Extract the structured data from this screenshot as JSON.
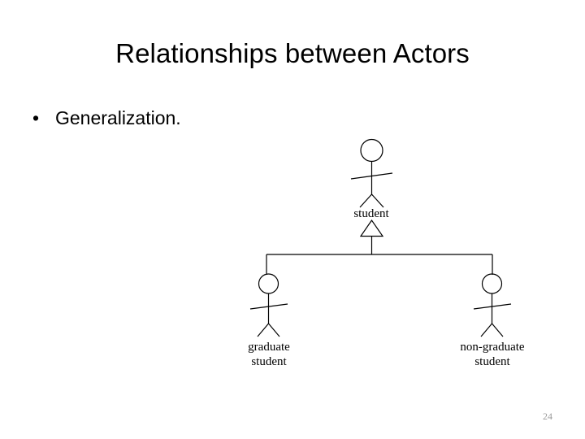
{
  "slide": {
    "title": "Relationships between Actors",
    "page_number": "24",
    "background_color": "#ffffff",
    "text_color": "#000000",
    "page_number_color": "#9a9a9a"
  },
  "body": {
    "bullets": [
      {
        "marker": "•",
        "text": "Generalization."
      }
    ]
  },
  "diagram": {
    "type": "uml-actor-generalization",
    "stroke_color": "#000000",
    "parent": {
      "id": "student",
      "label_lines": [
        "student"
      ]
    },
    "children": [
      {
        "id": "graduate-student",
        "label_lines": [
          "graduate",
          "student"
        ]
      },
      {
        "id": "non-graduate-student",
        "label_lines": [
          "non-graduate",
          "student"
        ]
      }
    ],
    "relationship": "generalization"
  }
}
